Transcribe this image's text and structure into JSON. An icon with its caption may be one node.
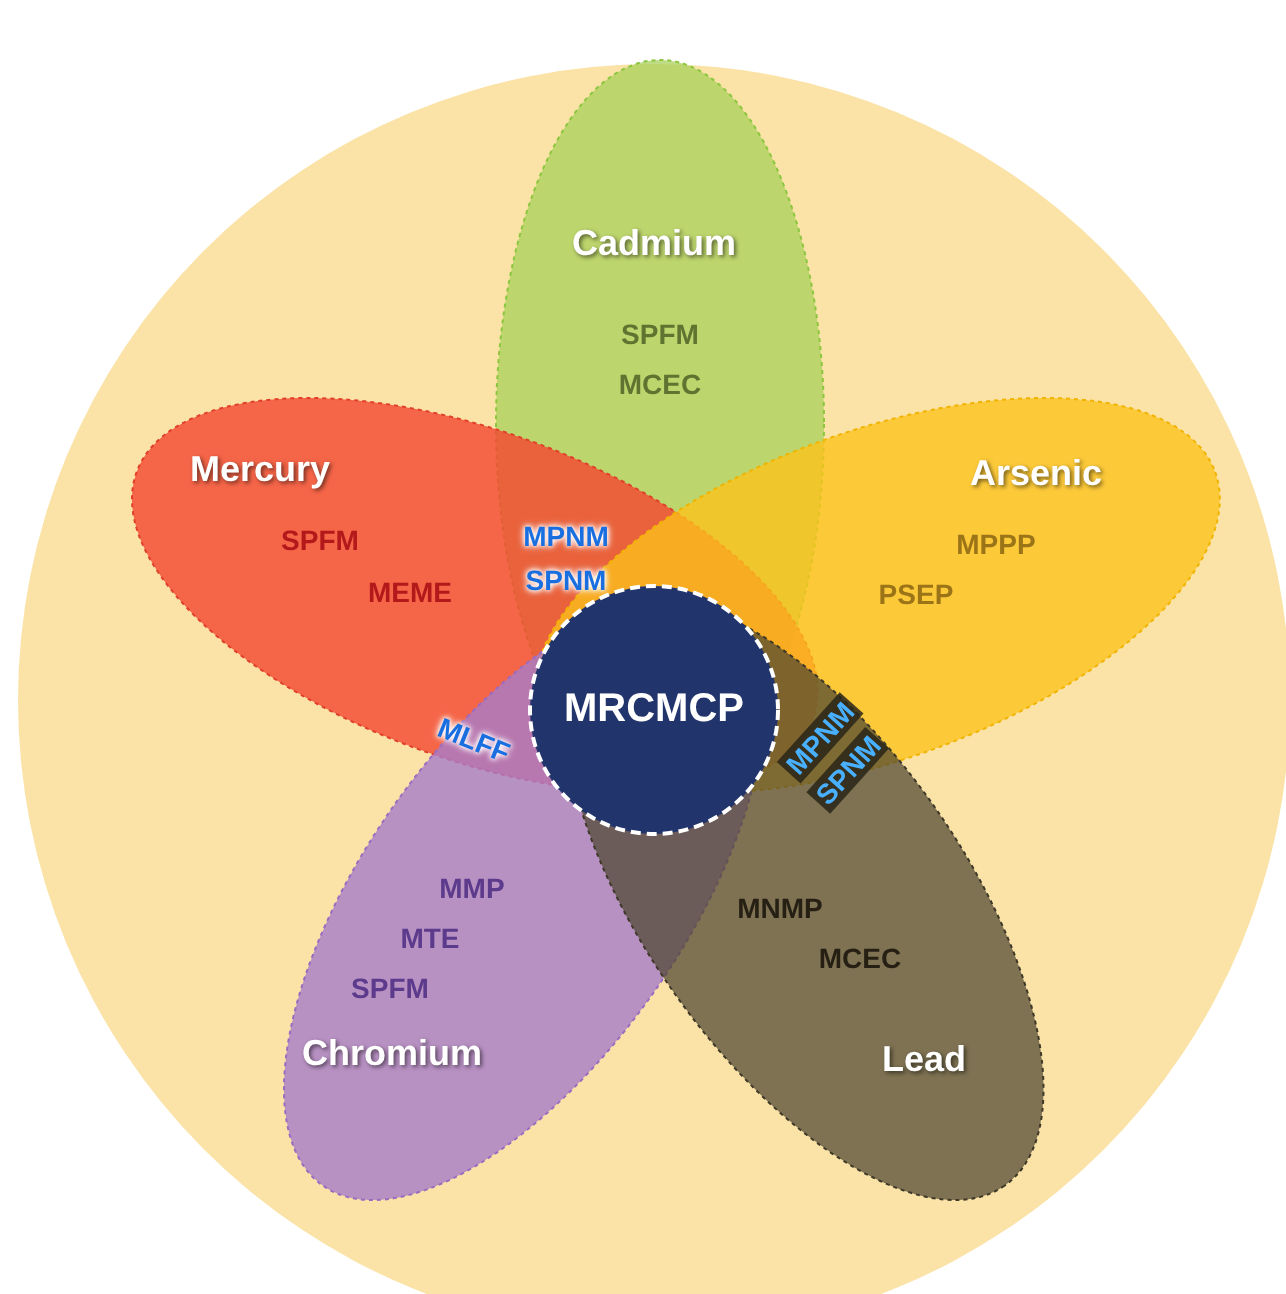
{
  "diagram": {
    "nodes": [
      {
        "text": [
          "Cadmium",
          "SPFM",
          "MCEC"
        ]
      },
      {
        "text": [
          "Mercury",
          "SPFM",
          "MEME"
        ]
      },
      {
        "text": [
          "Arsenic",
          "MPPP",
          "PSEP"
        ]
      },
      {
        "text": [
          "MRCMCP"
        ]
      },
      {
        "text": [
          "Chromium",
          "MMP",
          "MTE",
          "SPFM"
        ]
      },
      {
        "text": [
          "Lead",
          "MNMP",
          "MCEC"
        ]
      }
    ],
    "labels": [
      "MPNM",
      "SPNM",
      "MLFF",
      "MPNM",
      "SPNM"
    ]
  }
}
